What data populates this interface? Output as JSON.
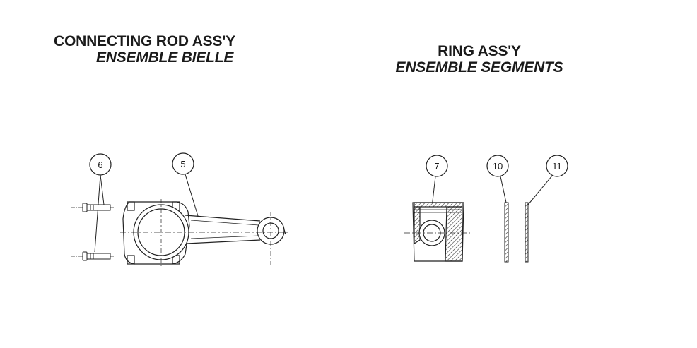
{
  "connecting_rod": {
    "title": "CONNECTING ROD ASS'Y",
    "subtitle": "ENSEMBLE BIELLE"
  },
  "ring": {
    "title": "RING ASS'Y",
    "subtitle": "ENSEMBLE SEGMENTS"
  },
  "callouts": {
    "bolt": "6",
    "rod": "5",
    "piston": "7",
    "ring_a": "10",
    "ring_b": "11"
  }
}
